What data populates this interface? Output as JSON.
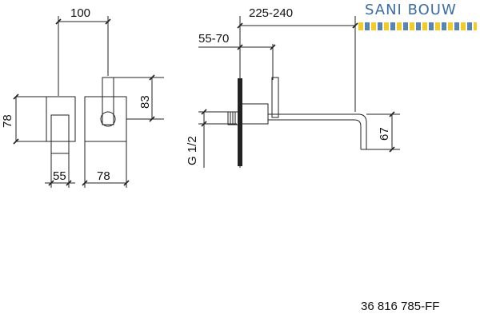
{
  "logo": {
    "text": "SANI BOUW",
    "colors": {
      "text": "#3a6ea5",
      "stripe_a": "#f2c200",
      "stripe_b": "#3a6ea5"
    }
  },
  "dimensions": {
    "front_width": "100",
    "front_height_left": "78",
    "front_height_right": "83",
    "front_bottom_left": "55",
    "front_bottom_right": "78",
    "side_total_length": "225-240",
    "side_projection": "55-70",
    "thread": "G 1/2",
    "spout_height": "67"
  },
  "part_number": "36 816 785-FF"
}
